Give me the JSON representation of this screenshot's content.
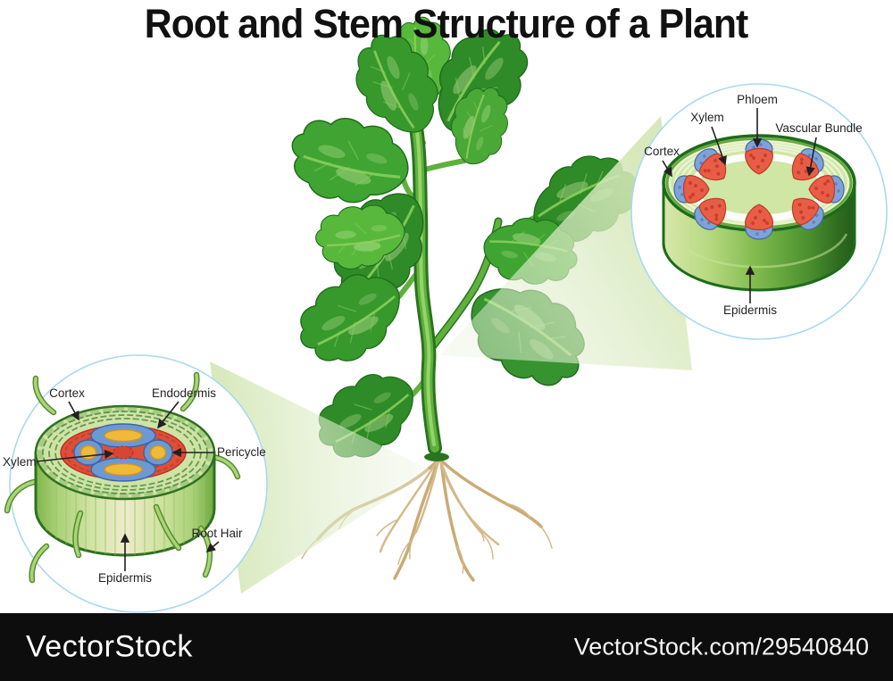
{
  "title": "Root and Stem Structure of a Plant",
  "stem_section": {
    "name": "stem cross section",
    "labels": {
      "phloem": "Phloem",
      "xylem": "Xylem",
      "vascular_bundle": "Vascular Bundle",
      "cortex": "Cortex",
      "epidermis": "Epidermis"
    }
  },
  "root_section": {
    "name": "root cross section",
    "labels": {
      "cortex": "Cortex",
      "endodermis": "Endodermis",
      "pericycle": "Pericycle",
      "xylem": "Xylem",
      "root_hair": "Root Hair",
      "epidermis": "Epidermis"
    }
  },
  "watermark": {
    "brand": "VectorStock",
    "url": "VectorStock.com/29540840"
  },
  "colors": {
    "background": "#ffffff",
    "title_text": "#111111",
    "label_text": "#231f20",
    "callout_circle_outline": "#a9d9ef",
    "zoom_beam_green": "#dcebc3",
    "leaf_green_dark": "#2e8b27",
    "leaf_green_mid": "#3fa432",
    "leaf_green_light": "#58b83c",
    "stem_green": "#5fb03d",
    "root_tan": "#c9ab76",
    "xylem_red": "#e05038",
    "phloem_blue": "#6d99d3",
    "xylem_core_yellow": "#f1b93a",
    "cortex_pale_green": "#cfe6a5",
    "watermark_bar": "#0d0d0d",
    "watermark_text": "#ffffff"
  }
}
